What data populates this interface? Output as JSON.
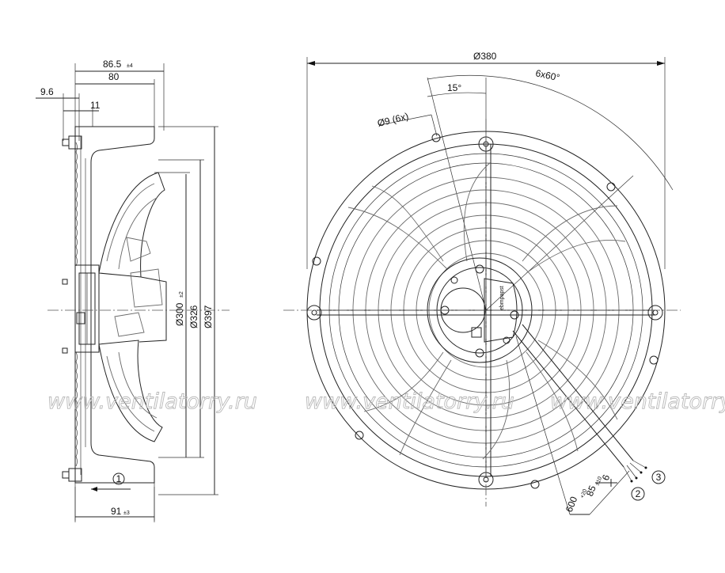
{
  "side_view": {
    "dims": {
      "top_total": "86.5",
      "top_total_tol": "±4",
      "top_inner": "80",
      "left_offset": "9.6",
      "flange": "11",
      "d300": "Ø300",
      "d300_tol": "±2",
      "d326": "Ø326",
      "d397": "Ø397",
      "bottom": "91",
      "bottom_tol": "±3"
    },
    "callout_1": "1"
  },
  "front_view": {
    "dims": {
      "d380": "Ø380",
      "angle_pitch": "6x60°",
      "angle_offset": "15°",
      "holes": "Ø9 (6x)",
      "cable_600": "600",
      "cable_600_tol": "+20",
      "cable_85": "85",
      "cable_85_tol": "±10",
      "cable_6": "6"
    },
    "callout_2": "2",
    "callout_3": "3",
    "motor_label": "ebmpapst"
  },
  "watermark": [
    "www.ventilatorry.ru",
    "www.ventilatorry.ru",
    "www.ventilatorry.ru"
  ]
}
